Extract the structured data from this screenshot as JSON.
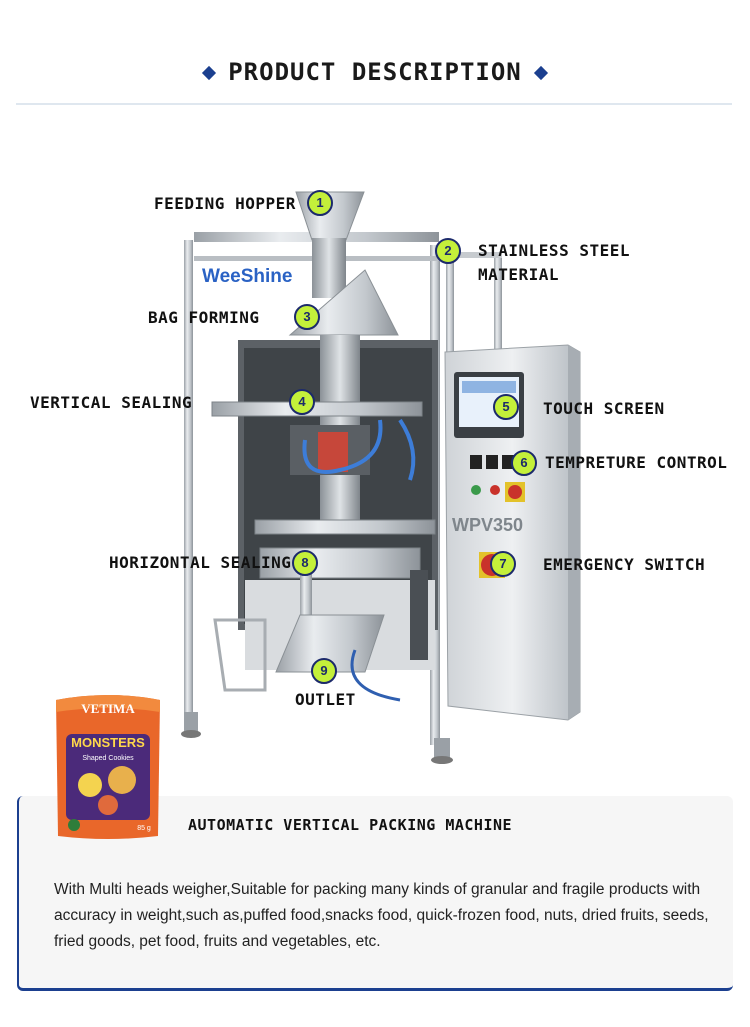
{
  "header": {
    "title": "PRODUCT DESCRIPTION"
  },
  "brand": {
    "logo_text": "WeeShine",
    "model": "WPV350"
  },
  "callouts": [
    {
      "num": "1",
      "label": "FEEDING HOPPER"
    },
    {
      "num": "2",
      "label": "STAINLESS STEEL MATERIAL"
    },
    {
      "num": "3",
      "label": "BAG FORMING"
    },
    {
      "num": "4",
      "label": "VERTICAL SEALING"
    },
    {
      "num": "5",
      "label": "TOUCH SCREEN"
    },
    {
      "num": "6",
      "label": "TEMPRETURE CONTROL"
    },
    {
      "num": "7",
      "label": "EMERGENCY SWITCH"
    },
    {
      "num": "8",
      "label": "HORIZONTAL SEALING"
    },
    {
      "num": "9",
      "label": "OUTLET"
    }
  ],
  "callout_text": {
    "c2_line1": "STAINLESS STEEL",
    "c2_line2": "MATERIAL"
  },
  "bag_package": {
    "brand": "VETIMA",
    "product": "MONSTERS",
    "sub": "Shaped Cookies",
    "weight": "85 g"
  },
  "description": {
    "title": "AUTOMATIC VERTICAL PACKING MACHINE",
    "body": "With Multi heads weigher,Suitable for packing many kinds of granular and fragile products with accuracy in weight,such as,puffed food,snacks food, quick-frozen food, nuts, dried fruits, seeds, fried goods, pet food, fruits and vegetables, etc."
  },
  "colors": {
    "accent": "#1b3f8f",
    "callout_fill": "#c4f03a"
  }
}
